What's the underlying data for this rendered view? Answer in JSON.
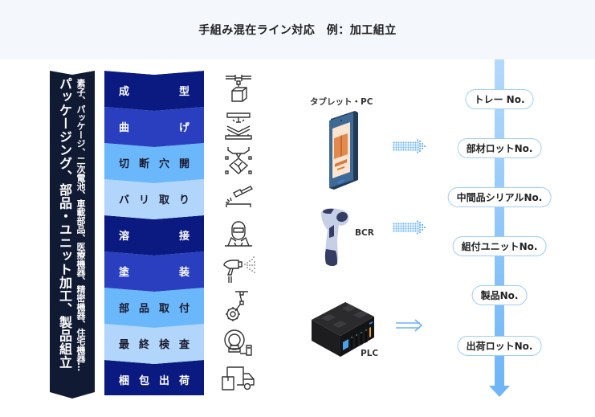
{
  "header": {
    "title": "手組み混在ライン対応　例：加工組立"
  },
  "industry": {
    "main": "パッケージング、部品・ユニット加工、製品組立",
    "sub": "素子、パッケージ、二次電池、車載部品、医療機器、精密機器、住宅機器…"
  },
  "stages": [
    {
      "chars": [
        "成",
        "型"
      ],
      "color": "#0a1a80",
      "text_color": "#ffffff",
      "icon": "cnc-machine-icon"
    },
    {
      "chars": [
        "曲",
        "げ"
      ],
      "color": "#2a3fbf",
      "text_color": "#ffffff",
      "icon": "press-bending-icon"
    },
    {
      "chars": [
        "切",
        "断",
        "穴",
        "開"
      ],
      "color": "#6ab8fb",
      "text_color": "#1a1a2e",
      "icon": "laser-cutting-icon"
    },
    {
      "chars": [
        "バ",
        "リ",
        "取",
        "り"
      ],
      "color": "#b2d5fb",
      "text_color": "#1a1a2e",
      "icon": "hammer-deburring-icon"
    },
    {
      "chars": [
        "溶",
        "接"
      ],
      "color": "#0a1a80",
      "text_color": "#ffffff",
      "icon": "welder-icon"
    },
    {
      "chars": [
        "塗",
        "装"
      ],
      "color": "#2a3fbf",
      "text_color": "#ffffff",
      "icon": "spray-gun-icon"
    },
    {
      "chars": [
        "部",
        "品",
        "取",
        "付"
      ],
      "color": "#6ab8fb",
      "text_color": "#1a1a2e",
      "icon": "robot-arm-gear-icon"
    },
    {
      "chars": [
        "最",
        "終",
        "検",
        "査"
      ],
      "color": "#b2d5fb",
      "text_color": "#1a1a2e",
      "icon": "scanner-inspection-icon"
    },
    {
      "chars": [
        "梱",
        "包",
        "出",
        "荷"
      ],
      "color": "#0a1a80",
      "text_color": "#ffffff",
      "icon": "delivery-truck-icon"
    }
  ],
  "devices": [
    {
      "label": "タブレット・PC",
      "icon": "tablet-icon",
      "arrow": "dotted-arrow-icon"
    },
    {
      "label": "BCR",
      "icon": "barcode-reader-icon",
      "arrow": "dotted-arrow-icon"
    },
    {
      "label": "PLC",
      "icon": "plc-controller-icon",
      "arrow": "double-arrow-icon"
    }
  ],
  "timeline": {
    "items": [
      "トレー No.",
      "部材ロットNo.",
      "中間品シリアルNo.",
      "組付ユニットNo.",
      "製品No.",
      "出荷ロットNo."
    ],
    "color_top": "#b3d9fb",
    "color_bottom": "#6db5f7"
  }
}
